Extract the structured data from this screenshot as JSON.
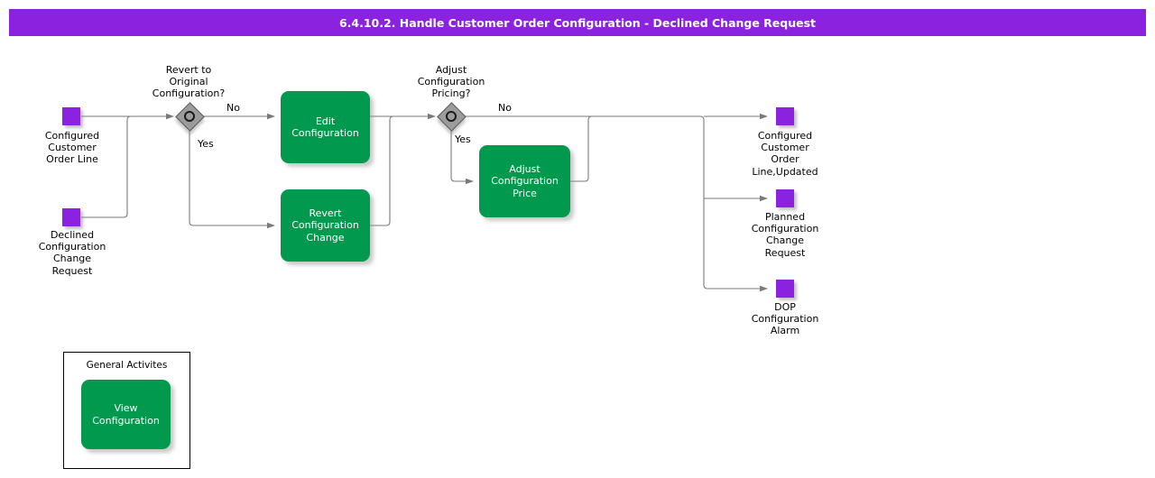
{
  "header": {
    "title": "6.4.10.2. Handle Customer Order Configuration - Declined Change Request",
    "background_color": "#8A22E0",
    "text_color": "#FFFFFF"
  },
  "colors": {
    "data_object": "#8A22E0",
    "task": "#00994D",
    "gateway_fill": "#9C9C9C",
    "gateway_stroke": "#595959",
    "edge": "#7A7A7A",
    "canvas": "#FFFFFF"
  },
  "data_objects": [
    {
      "id": "configured-customer-order-line",
      "label": "Configured\nCustomer\nOrder Line",
      "role": "input"
    },
    {
      "id": "declined-configuration-change-request",
      "label": "Declined\nConfiguration\nChange\nRequest",
      "role": "input"
    },
    {
      "id": "configured-customer-order-line-updated",
      "label": "Configured\nCustomer\nOrder\nLine,Updated",
      "role": "output"
    },
    {
      "id": "planned-configuration-change-request",
      "label": "Planned\nConfiguration\nChange\nRequest",
      "role": "output"
    },
    {
      "id": "dop-configuration-alarm",
      "label": "DOP\nConfiguration\nAlarm",
      "role": "output"
    }
  ],
  "gateways": [
    {
      "id": "revert-to-original-configuration",
      "label": "Revert to\nOriginal\nConfiguration?",
      "branches": [
        "No",
        "Yes"
      ]
    },
    {
      "id": "adjust-configuration-pricing",
      "label": "Adjust\nConfiguration\nPricing?",
      "branches": [
        "No",
        "Yes"
      ]
    }
  ],
  "tasks": [
    {
      "id": "edit-configuration",
      "label": "Edit\nConfiguration"
    },
    {
      "id": "revert-configuration-change",
      "label": "Revert\nConfiguration\nChange"
    },
    {
      "id": "adjust-configuration-price",
      "label": "Adjust\nConfiguration\nPrice"
    }
  ],
  "flow_labels": {
    "gw1_no": "No",
    "gw1_yes": "Yes",
    "gw2_no": "No",
    "gw2_yes": "Yes"
  },
  "legend": {
    "title": "General Activites",
    "items": [
      {
        "id": "view-configuration",
        "label": "View\nConfiguration"
      }
    ]
  }
}
